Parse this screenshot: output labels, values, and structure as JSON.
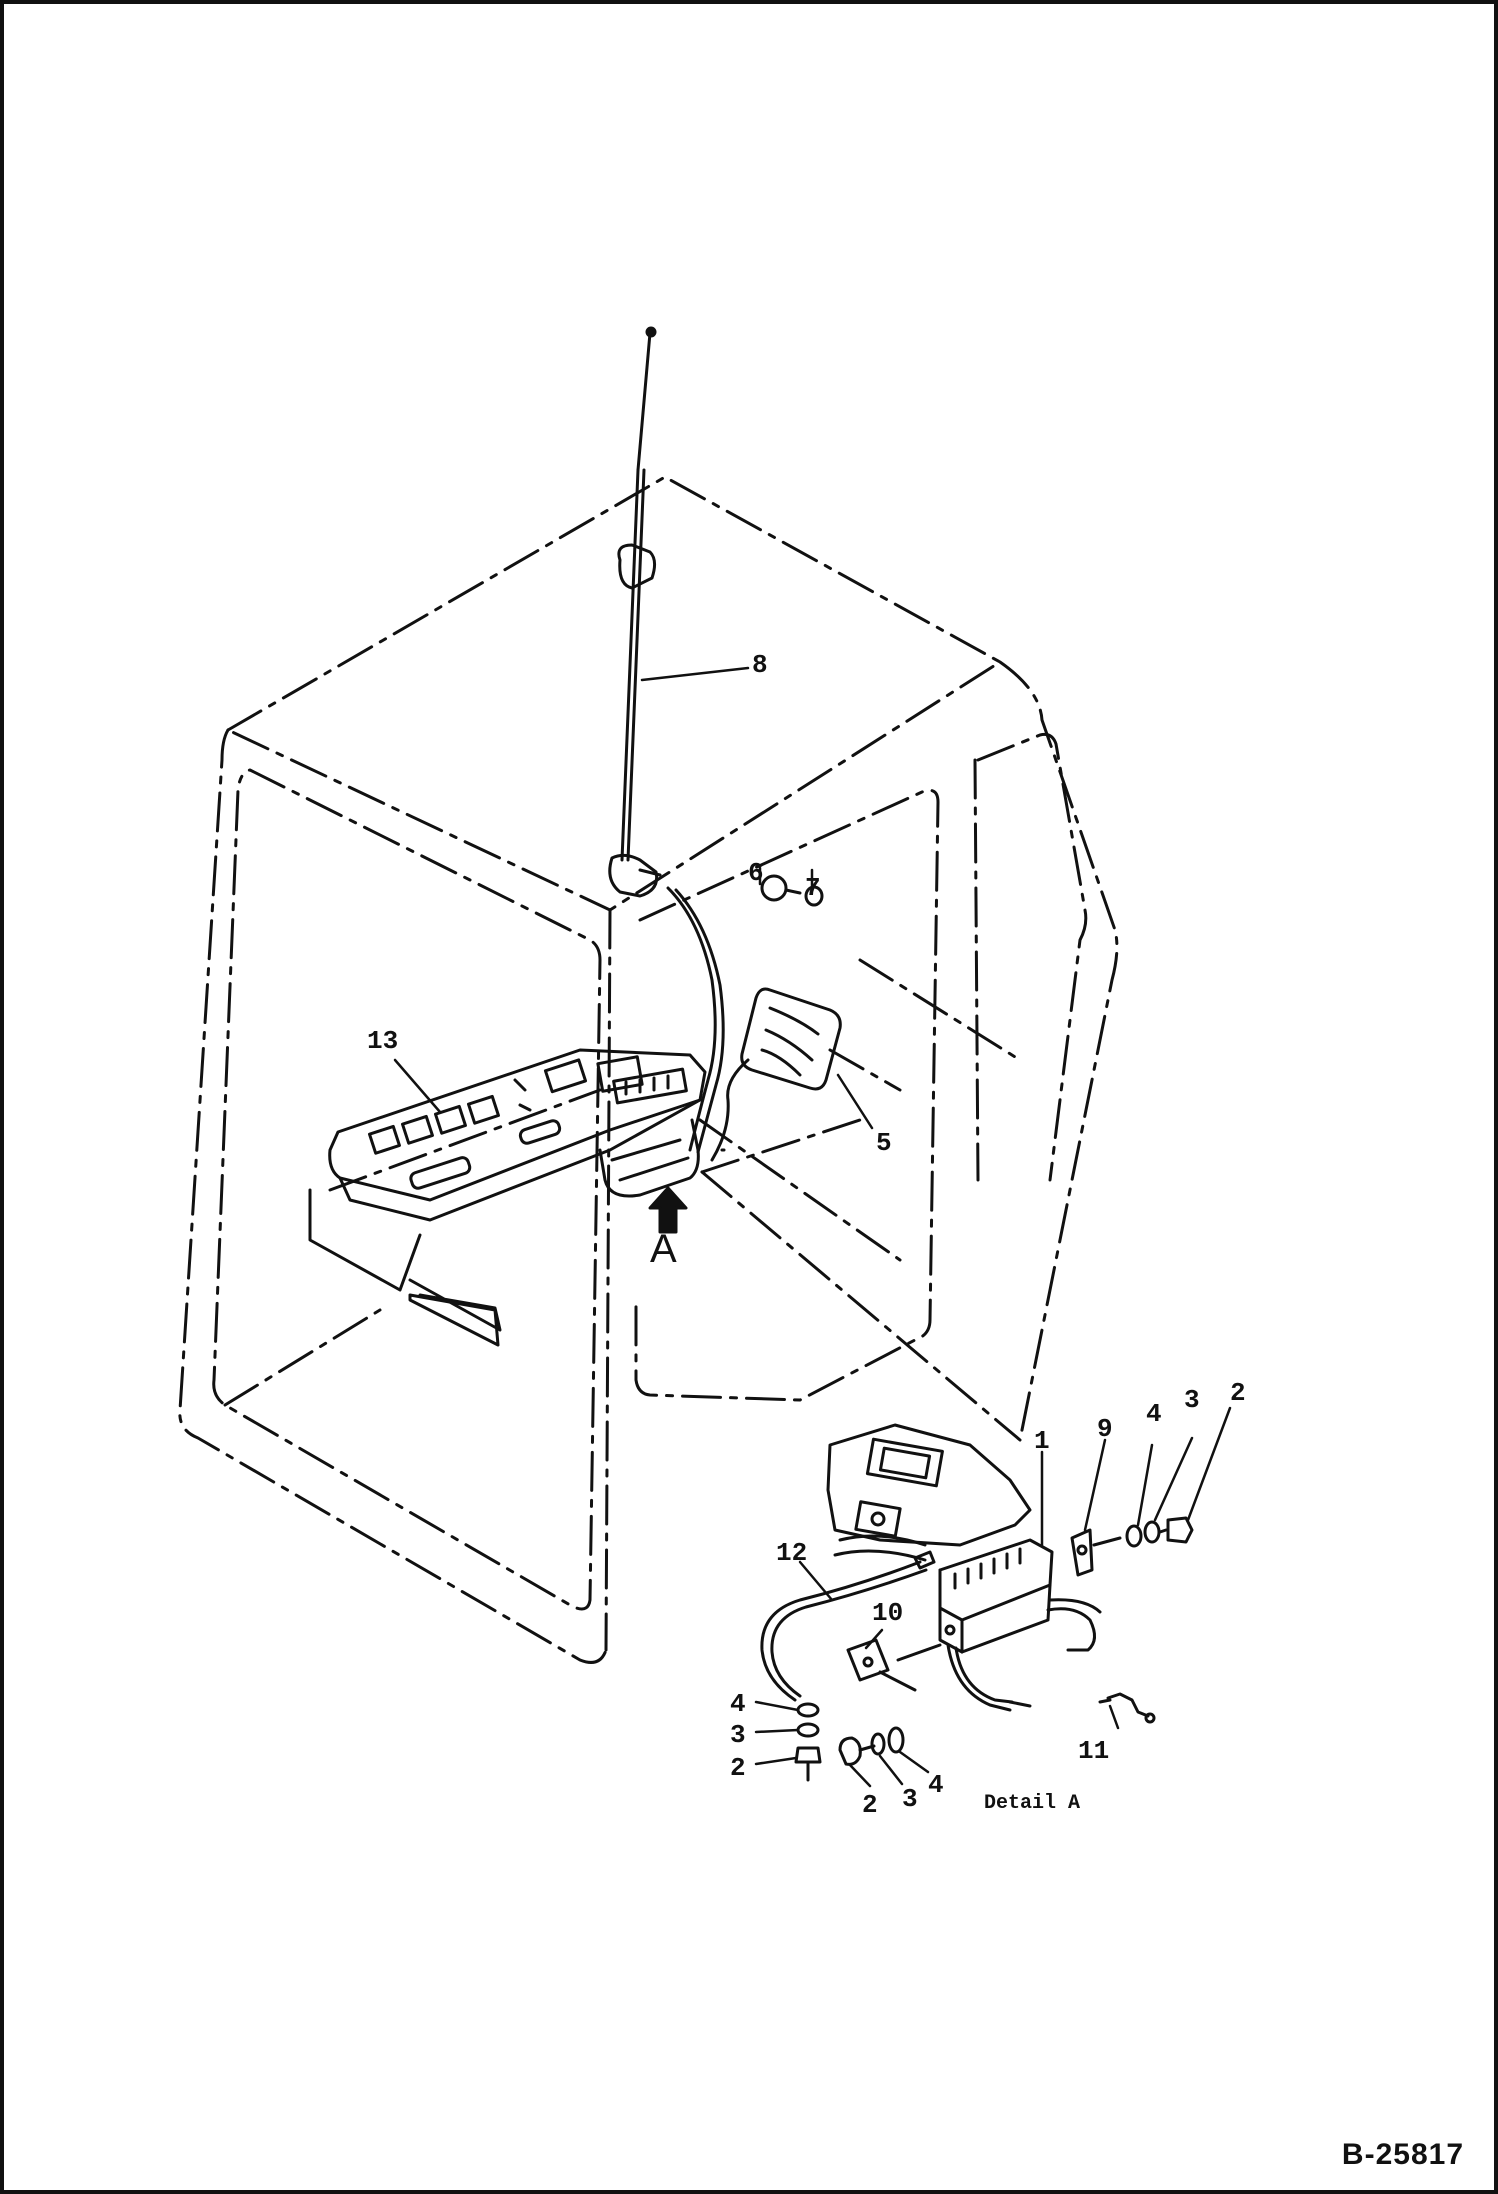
{
  "callouts": [
    {
      "id": "c8",
      "text": "8"
    },
    {
      "id": "c6",
      "text": "6"
    },
    {
      "id": "c7",
      "text": "7"
    },
    {
      "id": "c13",
      "text": "13"
    },
    {
      "id": "c5",
      "text": "5"
    },
    {
      "id": "cA",
      "text": "A"
    },
    {
      "id": "c1",
      "text": "1"
    },
    {
      "id": "c9",
      "text": "9"
    },
    {
      "id": "c4a",
      "text": "4"
    },
    {
      "id": "c3a",
      "text": "3"
    },
    {
      "id": "c2a",
      "text": "2"
    },
    {
      "id": "c12",
      "text": "12"
    },
    {
      "id": "c10",
      "text": "10"
    },
    {
      "id": "c11",
      "text": "11"
    },
    {
      "id": "c4b",
      "text": "4"
    },
    {
      "id": "c3b",
      "text": "3"
    },
    {
      "id": "c2b",
      "text": "2"
    },
    {
      "id": "c2c",
      "text": "2"
    },
    {
      "id": "c3c",
      "text": "3"
    },
    {
      "id": "c4c",
      "text": "4"
    }
  ],
  "detail_label": "Detail A",
  "drawing_number": "B-25817",
  "colors": {
    "ink": "#111111",
    "paper": "#ffffff"
  }
}
